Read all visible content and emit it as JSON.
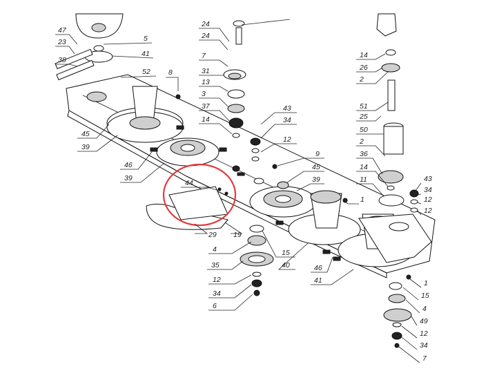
{
  "diagram": {
    "highlight_color": "#e23b3b",
    "line_color": "#222222",
    "highlighted_part": "44",
    "callouts": [
      {
        "id": "c47",
        "label": "47"
      },
      {
        "id": "c23",
        "label": "23"
      },
      {
        "id": "c38",
        "label": "38"
      },
      {
        "id": "c5",
        "label": "5"
      },
      {
        "id": "c41a",
        "label": "41"
      },
      {
        "id": "c52",
        "label": "52"
      },
      {
        "id": "c8",
        "label": "8"
      },
      {
        "id": "c45a",
        "label": "45"
      },
      {
        "id": "c39a",
        "label": "39"
      },
      {
        "id": "c46a",
        "label": "46"
      },
      {
        "id": "c39b",
        "label": "39"
      },
      {
        "id": "c44",
        "label": "44"
      },
      {
        "id": "c24a",
        "label": "24"
      },
      {
        "id": "c24b",
        "label": "24"
      },
      {
        "id": "c7a",
        "label": "7"
      },
      {
        "id": "c31",
        "label": "31"
      },
      {
        "id": "c13",
        "label": "13"
      },
      {
        "id": "c3",
        "label": "3"
      },
      {
        "id": "c37",
        "label": "37"
      },
      {
        "id": "c14a",
        "label": "14"
      },
      {
        "id": "c43a",
        "label": "43"
      },
      {
        "id": "c34a",
        "label": "34"
      },
      {
        "id": "c12a",
        "label": "12"
      },
      {
        "id": "c9",
        "label": "9"
      },
      {
        "id": "c45b",
        "label": "45"
      },
      {
        "id": "c39c",
        "label": "39"
      },
      {
        "id": "c29",
        "label": "29"
      },
      {
        "id": "c19",
        "label": "19"
      },
      {
        "id": "c4a",
        "label": "4"
      },
      {
        "id": "c15a",
        "label": "15"
      },
      {
        "id": "c35",
        "label": "35"
      },
      {
        "id": "c40",
        "label": "40"
      },
      {
        "id": "c12b",
        "label": "12"
      },
      {
        "id": "c34b",
        "label": "34"
      },
      {
        "id": "c6",
        "label": "6"
      },
      {
        "id": "c46b",
        "label": "46"
      },
      {
        "id": "c41b",
        "label": "41"
      },
      {
        "id": "c14b",
        "label": "14"
      },
      {
        "id": "c26",
        "label": "26"
      },
      {
        "id": "c2a",
        "label": "2"
      },
      {
        "id": "c51",
        "label": "51"
      },
      {
        "id": "c25",
        "label": "25"
      },
      {
        "id": "c50",
        "label": "50"
      },
      {
        "id": "c2b",
        "label": "2"
      },
      {
        "id": "c36",
        "label": "36"
      },
      {
        "id": "c14c",
        "label": "14"
      },
      {
        "id": "c11",
        "label": "11"
      },
      {
        "id": "c1a",
        "label": "1"
      },
      {
        "id": "c43b",
        "label": "43"
      },
      {
        "id": "c34c",
        "label": "34"
      },
      {
        "id": "c12c",
        "label": "12"
      },
      {
        "id": "c12d",
        "label": "12"
      },
      {
        "id": "c1b",
        "label": "1"
      },
      {
        "id": "c15b",
        "label": "15"
      },
      {
        "id": "c4b",
        "label": "4"
      },
      {
        "id": "c49",
        "label": "49"
      },
      {
        "id": "c12e",
        "label": "12"
      },
      {
        "id": "c34d",
        "label": "34"
      },
      {
        "id": "c7b",
        "label": "7"
      }
    ]
  }
}
